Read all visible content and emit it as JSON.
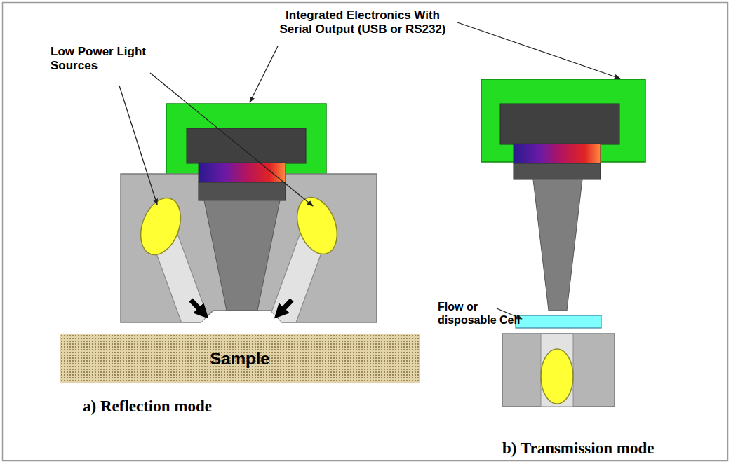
{
  "diagram": {
    "nodes": [
      {
        "text": [
          "Sample"
        ]
      }
    ],
    "labels": [
      "Integrated Electronics With Serial Output (USB or RS232)",
      "Low Power Light Sources",
      "Flow or disposable Cell",
      "a) Reflection mode",
      "b) Transmission mode"
    ]
  }
}
